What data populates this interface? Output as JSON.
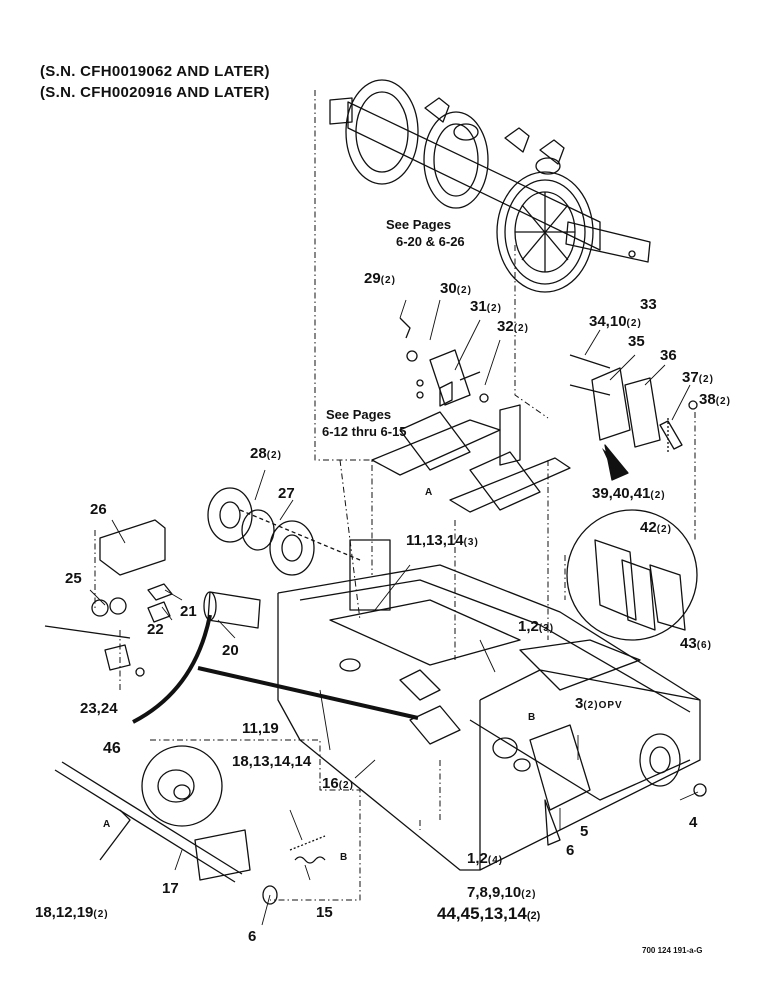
{
  "header": {
    "sn1": "(S.N. CFH0019062 AND LATER)",
    "sn2": "(S.N. CFH0020916 AND LATER)"
  },
  "notes": {
    "see_pages_a_1": "See Pages",
    "see_pages_a_2": "6-20 & 6-26",
    "see_pages_b_1": "See Pages",
    "see_pages_b_2": "6-12 thru 6-15"
  },
  "callouts": {
    "c29": "29",
    "c29q": "(2)",
    "c30": "30",
    "c30q": "(2)",
    "c31": "31",
    "c31q": "(2)",
    "c32": "32",
    "c32q": "(2)",
    "c33": "33",
    "c34": "34,10",
    "c34q": "(2)",
    "c35": "35",
    "c36": "36",
    "c37": "37",
    "c37q": "(2)",
    "c38": "38",
    "c38q": "(2)",
    "c39": "39,40,41",
    "c39q": "(2)",
    "c42": "42",
    "c42q": "(2)",
    "c43": "43",
    "c43q": "(6)",
    "c28": "28",
    "c28q": "(2)",
    "c27": "27",
    "c26": "26",
    "c25": "25",
    "c21": "21",
    "c22": "22",
    "c20": "20",
    "c11a": "11,13,14",
    "c11aq": "(3)",
    "c12a": "1,2",
    "c12aq": "(3)",
    "c3": "3",
    "c3q": "(2)",
    "c3opv": "OPV",
    "c23": "23,24",
    "c1119": "11,19",
    "c46": "46",
    "c18a": "18,13,14,14",
    "c16": "16",
    "c16q": "(2)",
    "c5": "5",
    "c6a": "6",
    "c4": "4",
    "c17": "17",
    "c15": "15",
    "c18b": "18,12,19",
    "c18bq": "(2)",
    "c6b": "6",
    "c12b": "1,2",
    "c12bq": "(4)",
    "c7": "7,8,9,10",
    "c7q": "(2)",
    "c44": "44,45,13,14",
    "c44q": "(2)",
    "markA1": "A",
    "markA2": "A",
    "markB1": "B",
    "markB2": "B"
  },
  "footer": {
    "code": "700 124 191-a-G"
  }
}
